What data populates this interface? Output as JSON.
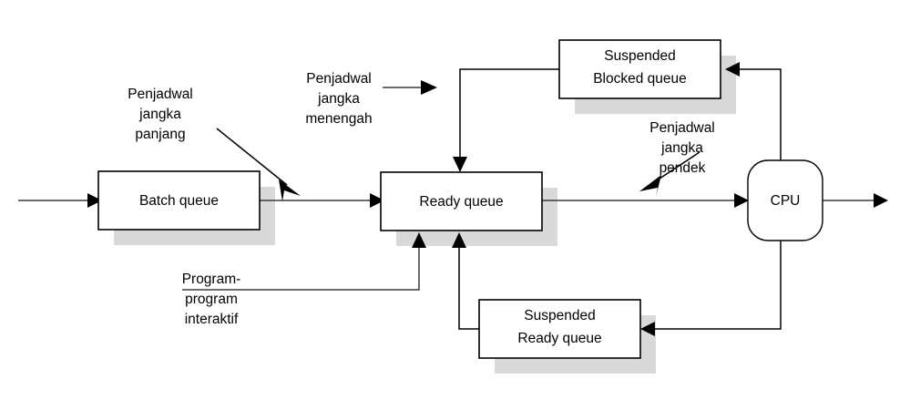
{
  "diagram": {
    "title": "Process scheduling queues diagram",
    "colors": {
      "shadow": "#d9d9d9",
      "box_fill": "#ffffff",
      "stroke": "#000000",
      "background": "#ffffff"
    },
    "boxes": [
      {
        "id": "batch-queue",
        "label": "Batch queue",
        "lines": [
          "Batch queue"
        ]
      },
      {
        "id": "ready-queue",
        "label": "Ready queue",
        "lines": [
          "Ready queue"
        ]
      },
      {
        "id": "suspended-blocked-queue",
        "label": "Suspended Blocked queue",
        "lines": [
          "Suspended",
          "Blocked queue"
        ]
      },
      {
        "id": "suspended-ready-queue",
        "label": "Suspended Ready queue",
        "lines": [
          "Suspended",
          "Ready queue"
        ]
      },
      {
        "id": "cpu",
        "label": "CPU",
        "lines": [
          "CPU"
        ]
      }
    ],
    "annotations": [
      {
        "id": "long-term-scheduler",
        "lines": [
          "Penjadwal",
          "jangka",
          "panjang"
        ]
      },
      {
        "id": "medium-term-scheduler",
        "lines": [
          "Penjadwal",
          "jangka",
          "menengah"
        ]
      },
      {
        "id": "short-term-scheduler",
        "lines": [
          "Penjadwal",
          "jangka",
          "pendek"
        ]
      },
      {
        "id": "interactive-programs",
        "lines": [
          "Program-",
          "program",
          "interaktif"
        ]
      }
    ],
    "box_text": {
      "batch_queue_l1": "Batch queue",
      "ready_queue_l1": "Ready queue",
      "susp_blocked_l1": "Suspended",
      "susp_blocked_l2": "Blocked queue",
      "susp_ready_l1": "Suspended",
      "susp_ready_l2": "Ready queue",
      "cpu_l1": "CPU"
    },
    "annotation_text": {
      "long_l1": "Penjadwal",
      "long_l2": "jangka",
      "long_l3": "panjang",
      "medium_l1": "Penjadwal",
      "medium_l2": "jangka",
      "medium_l3": "menengah",
      "short_l1": "Penjadwal",
      "short_l2": "jangka",
      "short_l3": "pendek",
      "interactive_l1": "Program-",
      "interactive_l2": "program",
      "interactive_l3": "interaktif"
    }
  }
}
